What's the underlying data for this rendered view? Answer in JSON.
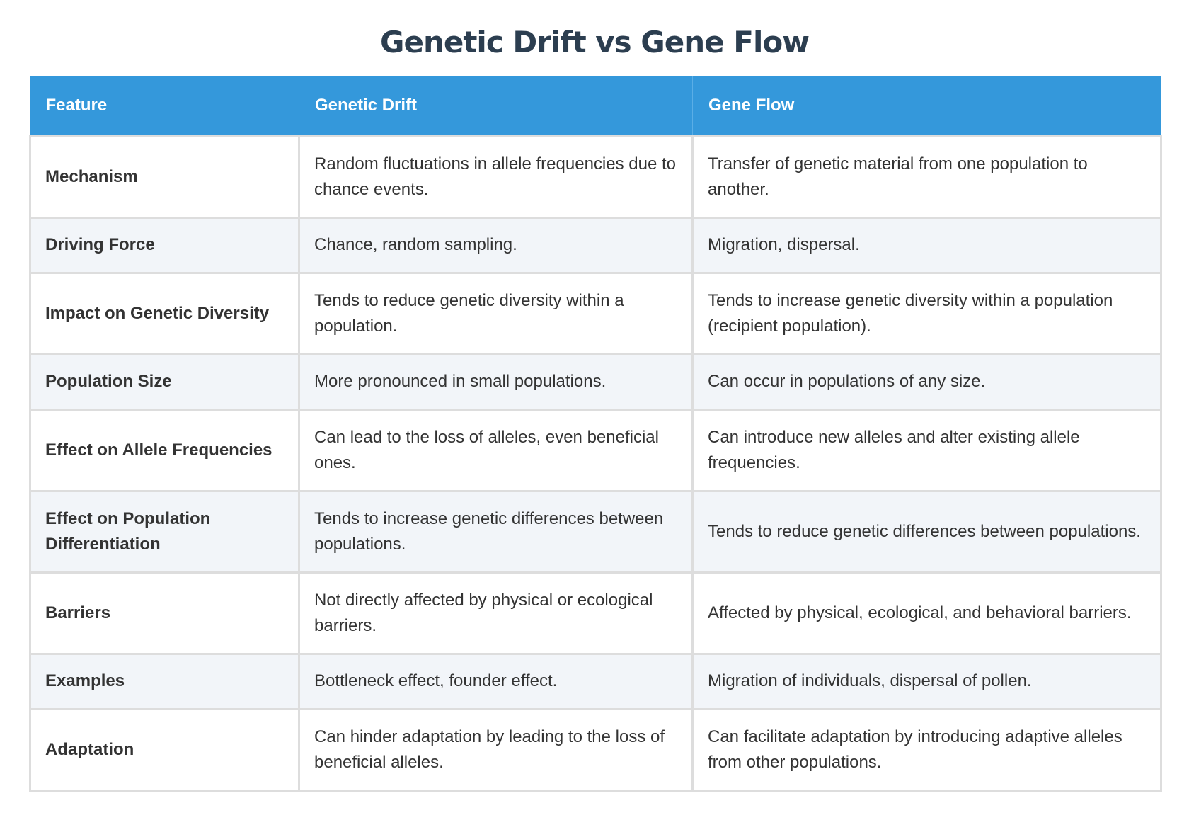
{
  "title": "Genetic Drift vs Gene Flow",
  "colors": {
    "title": "#2c3e50",
    "header_bg": "#3498db",
    "header_text": "#ffffff",
    "row_alt_bg": "#f2f5f9",
    "border": "#dddddd",
    "body_text": "#333333"
  },
  "table": {
    "headers": [
      "Feature",
      "Genetic Drift",
      "Gene Flow"
    ],
    "rows": [
      {
        "feature": "Mechanism",
        "drift": "Random fluctuations in allele frequencies due to chance events.",
        "flow": "Transfer of genetic material from one population to another."
      },
      {
        "feature": "Driving Force",
        "drift": "Chance, random sampling.",
        "flow": "Migration, dispersal."
      },
      {
        "feature": "Impact on Genetic Diversity",
        "drift": "Tends to reduce genetic diversity within a population.",
        "flow": "Tends to increase genetic diversity within a population (recipient population)."
      },
      {
        "feature": "Population Size",
        "drift": "More pronounced in small populations.",
        "flow": "Can occur in populations of any size."
      },
      {
        "feature": "Effect on Allele Frequencies",
        "drift": "Can lead to the loss of alleles, even beneficial ones.",
        "flow": "Can introduce new alleles and alter existing allele frequencies."
      },
      {
        "feature": "Effect on Population Differentiation",
        "drift": "Tends to increase genetic differences between populations.",
        "flow": "Tends to reduce genetic differences between populations."
      },
      {
        "feature": "Barriers",
        "drift": "Not directly affected by physical or ecological barriers.",
        "flow": "Affected by physical, ecological, and behavioral barriers."
      },
      {
        "feature": "Examples",
        "drift": "Bottleneck effect, founder effect.",
        "flow": "Migration of individuals, dispersal of pollen."
      },
      {
        "feature": "Adaptation",
        "drift": "Can hinder adaptation by leading to the loss of beneficial alleles.",
        "flow": "Can facilitate adaptation by introducing adaptive alleles from other populations."
      }
    ]
  }
}
